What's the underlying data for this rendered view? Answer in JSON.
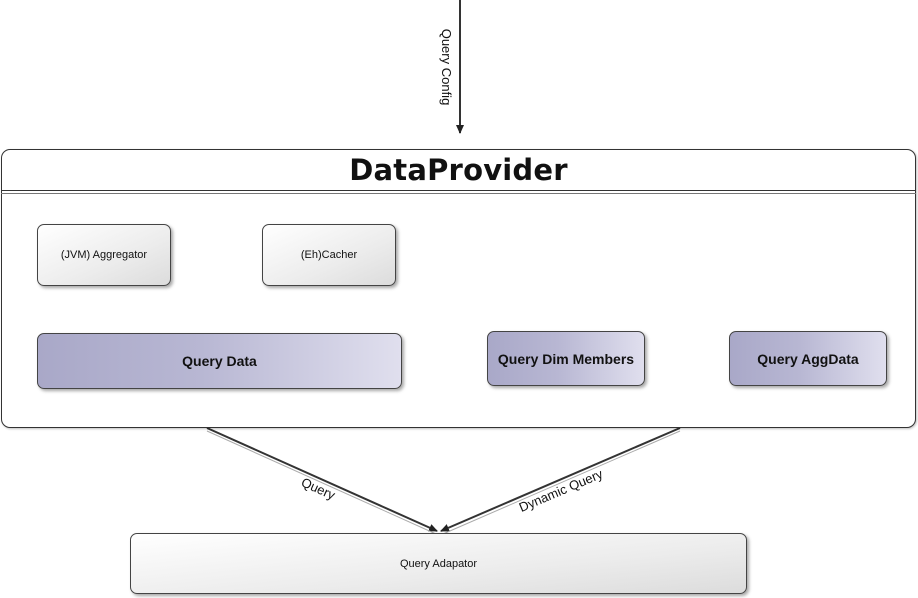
{
  "diagram": {
    "top_arrow_label": "Query Config",
    "container_title": "DataProvider",
    "left_panel": {
      "aggregator": "(JVM) Aggregator",
      "cacher": "(Eh)Cacher",
      "query_data": "Query Data"
    },
    "right_panel": {
      "query_dim_members": "Query Dim Members",
      "query_aggdata": "Query AggData"
    },
    "edges": {
      "query": "Query",
      "dynamic_query": "Dynamic Query"
    },
    "adaptor": "Query Adapator"
  }
}
